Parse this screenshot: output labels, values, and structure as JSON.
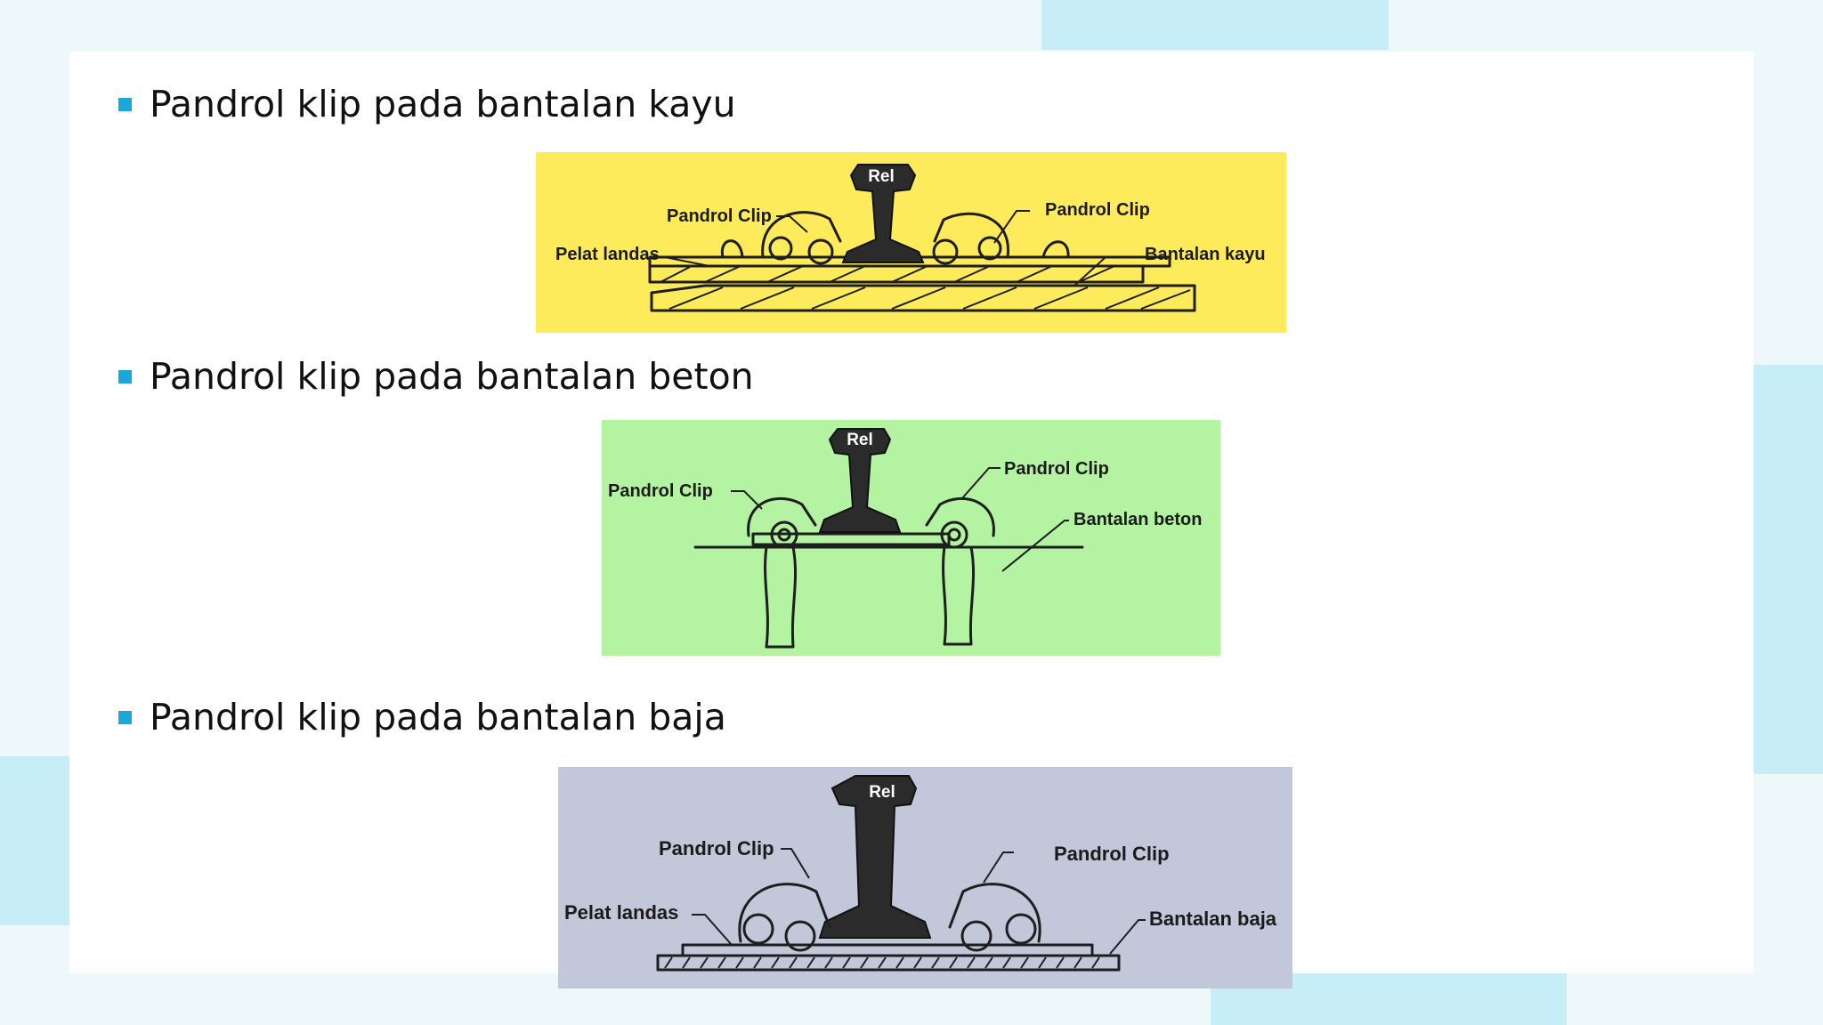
{
  "colors": {
    "bullet": "#19a8d9",
    "figure_wood_bg": "#fdeb5b",
    "figure_concrete_bg": "#b3f3a2",
    "figure_steel_bg": "#c2c7da",
    "background_accent": "#c7edf6"
  },
  "sections": [
    {
      "bullet": "Pandrol klip pada bantalan kayu",
      "figure": {
        "rail_label": "Rel",
        "label_clip_left": "Pandrol Clip",
        "label_clip_right": "Pandrol Clip",
        "label_plate": "Pelat landas",
        "label_sleeper": "Bantalan kayu"
      }
    },
    {
      "bullet": "Pandrol klip pada bantalan beton",
      "figure": {
        "rail_label": "Rel",
        "label_clip_left": "Pandrol Clip",
        "label_clip_right": "Pandrol Clip",
        "label_sleeper": "Bantalan beton"
      }
    },
    {
      "bullet": "Pandrol klip pada bantalan baja",
      "figure": {
        "rail_label": "Rel",
        "label_clip_left": "Pandrol Clip",
        "label_clip_right": "Pandrol Clip",
        "label_plate": "Pelat landas",
        "label_sleeper": "Bantalan baja"
      }
    }
  ]
}
